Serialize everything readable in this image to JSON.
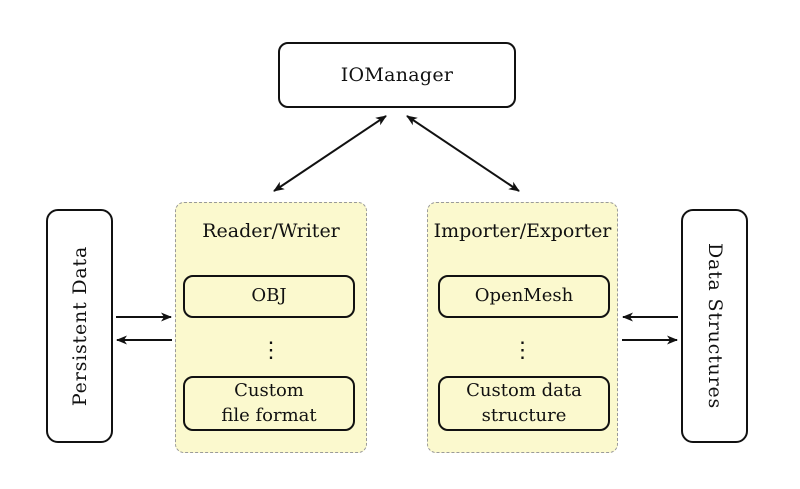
{
  "diagram": {
    "kind": "architecture-diagram",
    "nodes": {
      "iomanager": {
        "label": "IOManager"
      },
      "persistent_data": {
        "label": "Persistent Data"
      },
      "data_structures": {
        "label": "Data Structures"
      },
      "reader_writer": {
        "title": "Reader/Writer",
        "top_item": "OBJ",
        "ellipsis": "⋮",
        "bottom_item": "Custom\nfile format"
      },
      "importer_exporter": {
        "title": "Importer/Exporter",
        "top_item": "OpenMesh",
        "ellipsis": "⋮",
        "bottom_item": "Custom data\nstructure"
      }
    },
    "edges": [
      {
        "from": "iomanager",
        "to": "reader_writer",
        "type": "bidirectional"
      },
      {
        "from": "iomanager",
        "to": "importer_exporter",
        "type": "bidirectional"
      },
      {
        "from": "persistent_data",
        "to": "reader_writer",
        "type": "directed"
      },
      {
        "from": "reader_writer",
        "to": "persistent_data",
        "type": "directed"
      },
      {
        "from": "data_structures",
        "to": "importer_exporter",
        "type": "directed"
      },
      {
        "from": "importer_exporter",
        "to": "data_structures",
        "type": "directed"
      }
    ],
    "colors": {
      "background": "#FFFFFF",
      "group_fill": "#FBF9CE",
      "group_border": "#9A9A9A",
      "node_border": "#111111",
      "arrow": "#111111",
      "text": "#111111"
    }
  }
}
